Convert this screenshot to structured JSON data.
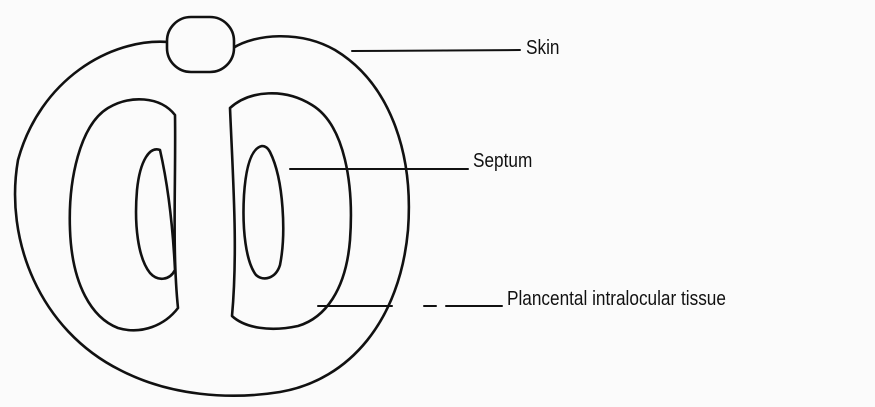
{
  "labels": {
    "skin": "Skin",
    "septum": "Septum",
    "placental_tissue": "Plancental intralocular tissue"
  }
}
